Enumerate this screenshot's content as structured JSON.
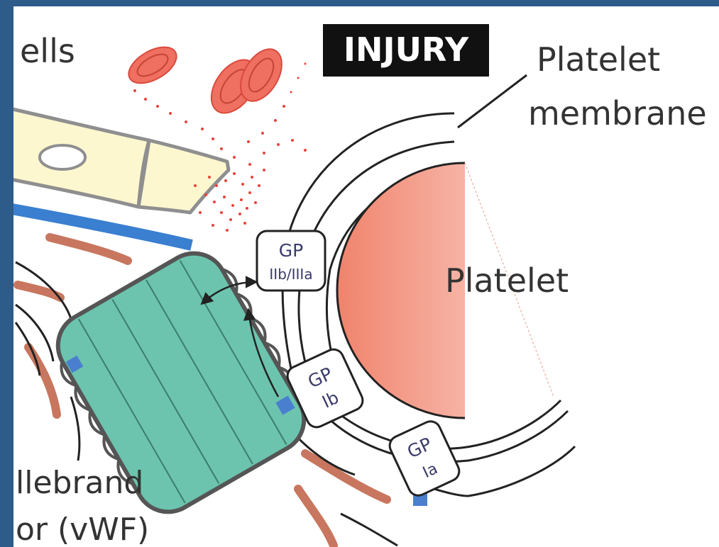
{
  "labels": {
    "cells_fragment": "ells",
    "injury": "INJURY",
    "platelet_membrane_line1": "Platelet",
    "platelet_membrane_line2": "membrane",
    "platelet": "Platelet",
    "vwf_line1": "llebrand",
    "vwf_line2": "or (vWF)"
  },
  "receptors": [
    {
      "line1": "GP",
      "line2": "IIb/IIIa"
    },
    {
      "line1": "GP",
      "line2": "Ib"
    },
    {
      "line1": "GP",
      "line2": "Ia"
    }
  ],
  "colors": {
    "frame": "#2d5b8a",
    "endothelium": "#fdf7cf",
    "basement_membrane": "#3a7fd0",
    "collagen_fiber": "#c8765f",
    "vwf_fill": "#6cc4ae",
    "blood_cell": "#ef6f60",
    "platelet_gradient_start": "#f0836c",
    "platelet_gradient_end": "#fde3dd",
    "anchor": "#4a7fcf"
  }
}
